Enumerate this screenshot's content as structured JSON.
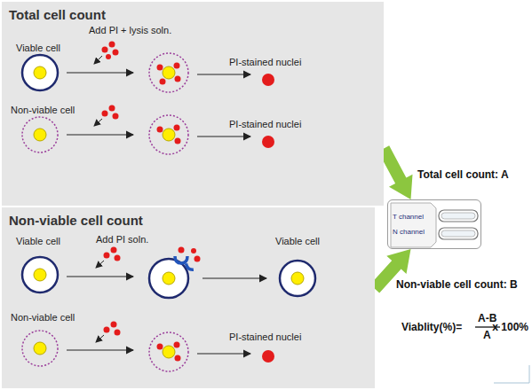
{
  "diagram": {
    "nodes": [
      {
        "text": [
          "Total cell count"
        ]
      },
      {
        "text": [
          "Non-viable cell count"
        ]
      },
      {
        "text": [
          "T channel",
          "N channel"
        ]
      }
    ],
    "edges": [
      {
        "from": 0,
        "to": 2,
        "arrow": "to"
      },
      {
        "from": 1,
        "to": 2,
        "arrow": "to"
      }
    ],
    "labels": [
      "Viable cell",
      "Add PI + lysis soln.",
      "PI-stained nuclei",
      "Non-viable cell",
      "PI-stained nuclei",
      "Viable cell",
      "Add PI soln.",
      "Viable cell",
      "Non-viable cell",
      "PI-stained nuclei",
      "Total cell count: A",
      "Non-viable cell count: B",
      "Viablity(%)=",
      "A-B",
      "A",
      "x 100%"
    ]
  }
}
